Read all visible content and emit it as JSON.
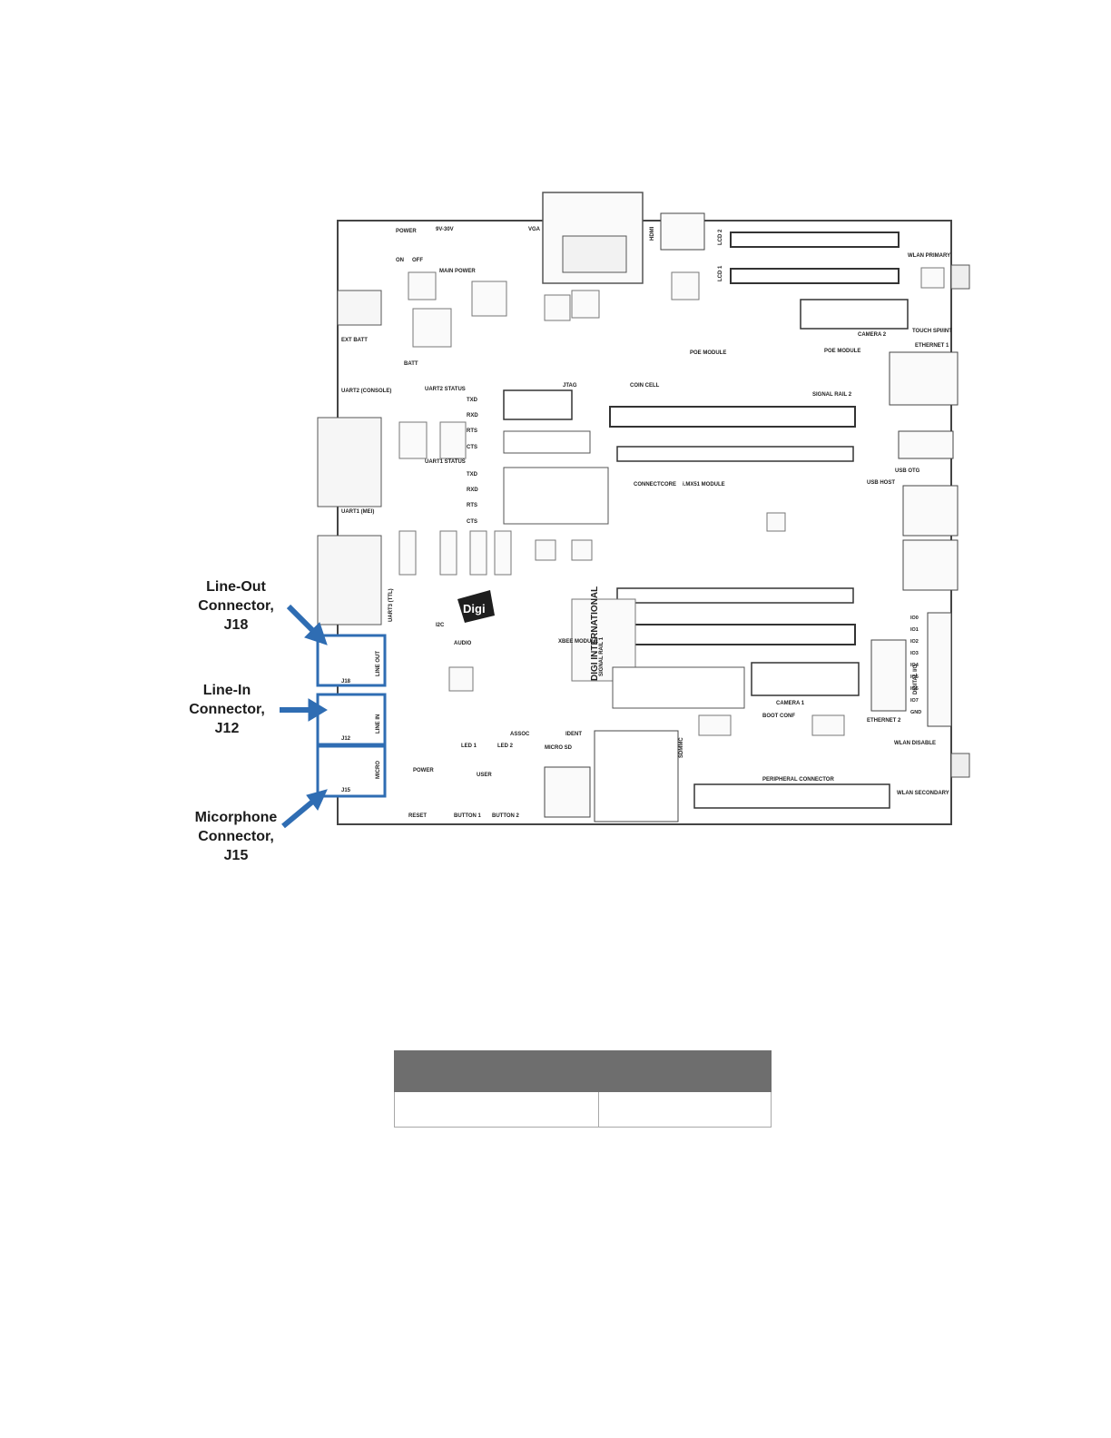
{
  "figure": {
    "callouts": {
      "line_out": [
        "Line-Out",
        "Connector,",
        "J18"
      ],
      "line_in": [
        "Line-In",
        "Connector,",
        "J12"
      ],
      "microphone": [
        "Micorphone",
        "Connector,",
        "J15"
      ]
    },
    "board_labels": {
      "power": "POWER",
      "vin": "9V-30V",
      "on": "ON",
      "off": "OFF",
      "main_power": "MAIN POWER",
      "vga": "VGA",
      "hdmi": "HDMI",
      "lcd2": "LCD 2",
      "lcd1": "LCD 1",
      "wlan_primary": "WLAN PRIMARY",
      "touch": "TOUCH SPI/INT",
      "camera2": "CAMERA 2",
      "ext_batt": "EXT BATT",
      "batt": "BATT",
      "poe_module": "POE MODULE",
      "ethernet1": "ETHERNET 1",
      "uart2_console": "UART2 (CONSOLE)",
      "uart2_status": "UART2 STATUS",
      "jtag": "JTAG",
      "coin_cell": "COIN CELL",
      "signal_rail2": "SIGNAL RAIL 2",
      "usb_otg": "USB OTG",
      "uart1_status": "UART1 STATUS",
      "connectcore": "CONNECTCORE",
      "module": "i.MX51 MODULE",
      "usb_host": "USB HOST",
      "uart1_mei": "UART1 (MEI)",
      "uart3_ttl": "UART3 (TTL)",
      "i2c": "I2C",
      "audio": "AUDIO",
      "line_out": "LINE OUT",
      "line_in": "LINE IN",
      "micro": "MICRO",
      "digi_logo": "Digi",
      "digi_intl": "DIGI INTERNATIONAL",
      "signal_rail1": "SIGNAL RAIL 1",
      "xbee_module": "XBEE MODULE",
      "camera1": "CAMERA 1",
      "digital_io": "DIGITAL I/O",
      "boot_conf": "BOOT CONF",
      "ethernet2": "ETHERNET 2",
      "wlan_disable": "WLAN DISABLE",
      "wlan_secondary": "WLAN SECONDARY",
      "micro_sd": "MICRO SD",
      "peripheral_connector": "PERIPHERAL CONNECTOR",
      "reset": "RESET",
      "button1": "BUTTON 1",
      "button2": "BUTTON 2",
      "led1": "LED 1",
      "led2": "LED 2",
      "user": "USER",
      "assoc": "ASSOC",
      "ident": "IDENT",
      "sdmmc": "SDMMC",
      "j18": "J18",
      "j12": "J12",
      "j15": "J15"
    },
    "uart_signals": [
      "TXD",
      "RXD",
      "RTS",
      "CTS"
    ],
    "gpio_labels": [
      "IO0",
      "IO1",
      "IO2",
      "IO3",
      "IO4",
      "IO5",
      "IO6",
      "IO7",
      "GND"
    ]
  },
  "table": {
    "headers": [
      "",
      ""
    ],
    "rows": [
      [
        "",
        ""
      ]
    ]
  }
}
